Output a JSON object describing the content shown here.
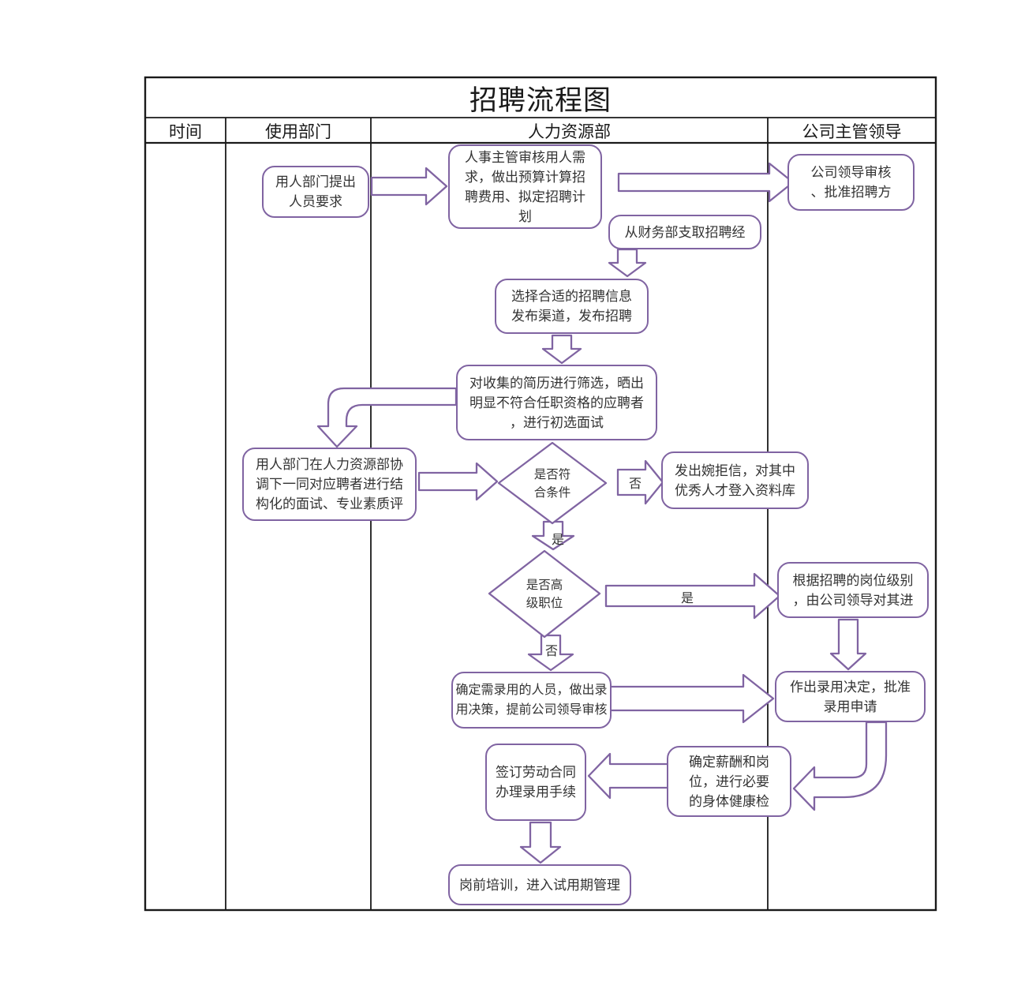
{
  "title": "招聘流程图",
  "columns": [
    {
      "label": "时间"
    },
    {
      "label": "使用部门"
    },
    {
      "label": "人力资源部"
    },
    {
      "label": "公司主管领导"
    }
  ],
  "labels": {
    "yes": "是",
    "no": "否"
  },
  "colors": {
    "shape_outline": "#8064A2",
    "grid_line": "#1a1a1a",
    "text": "#333333",
    "background": "#ffffff"
  },
  "nodes": {
    "request": {
      "type": "process",
      "text": "用人部门提出\n人员要求"
    },
    "hr_review": {
      "type": "process",
      "text": "人事主管审核用人需\n求，做出预算计算招\n聘费用、拟定招聘计\n划"
    },
    "leader_approve": {
      "type": "process",
      "text": "公司领导审核\n、批准招聘方"
    },
    "withdraw_funds": {
      "type": "process",
      "text": "从财务部支取招聘经"
    },
    "publish": {
      "type": "process",
      "text": "选择合适的招聘信息\n发布渠道，发布招聘"
    },
    "screen_resume": {
      "type": "process",
      "text": "对收集的简历进行筛选，晒出\n明显不符合任职资格的应聘者\n，进行初选面试"
    },
    "joint_interview": {
      "type": "process",
      "text": "用人部门在人力资源部协\n调下一同对应聘者进行结\n构化的面试、专业素质评"
    },
    "meet_criteria": {
      "type": "decision",
      "text": "是否符\n合条件"
    },
    "reject_letter": {
      "type": "process",
      "text": "发出婉拒信，对其中\n优秀人才登入资料库"
    },
    "senior_position": {
      "type": "decision",
      "text": "是否高\n级职位"
    },
    "leader_interview": {
      "type": "process",
      "text": "根据招聘的岗位级别\n，由公司领导对其进"
    },
    "hire_decision": {
      "type": "process",
      "text": "确定需录用的人员，做出录\n用决策，提前公司领导审核"
    },
    "approve_hire": {
      "type": "process",
      "text": "作出录用决定，批准\n录用申请"
    },
    "salary_check": {
      "type": "process",
      "text": "确定薪酬和岗\n位，进行必要\n的身体健康检"
    },
    "sign_contract": {
      "type": "process",
      "text": "签订劳动合同\n办理录用手续"
    },
    "probation": {
      "type": "process",
      "text": "岗前培训，进入试用期管理"
    }
  },
  "connections": [
    {
      "from": "request",
      "to": "hr_review",
      "label": ""
    },
    {
      "from": "hr_review",
      "to": "leader_approve",
      "label": ""
    },
    {
      "from": "withdraw_funds",
      "to": "publish",
      "label": ""
    },
    {
      "from": "publish",
      "to": "screen_resume",
      "label": ""
    },
    {
      "from": "screen_resume",
      "to": "joint_interview",
      "label": ""
    },
    {
      "from": "joint_interview",
      "to": "meet_criteria",
      "label": ""
    },
    {
      "from": "meet_criteria",
      "to": "reject_letter",
      "label": "否"
    },
    {
      "from": "meet_criteria",
      "to": "senior_position",
      "label": "是"
    },
    {
      "from": "senior_position",
      "to": "leader_interview",
      "label": "是"
    },
    {
      "from": "senior_position",
      "to": "hire_decision",
      "label": "否"
    },
    {
      "from": "leader_interview",
      "to": "approve_hire",
      "label": ""
    },
    {
      "from": "hire_decision",
      "to": "approve_hire",
      "label": ""
    },
    {
      "from": "approve_hire",
      "to": "salary_check",
      "label": ""
    },
    {
      "from": "salary_check",
      "to": "sign_contract",
      "label": ""
    },
    {
      "from": "sign_contract",
      "to": "probation",
      "label": ""
    }
  ]
}
